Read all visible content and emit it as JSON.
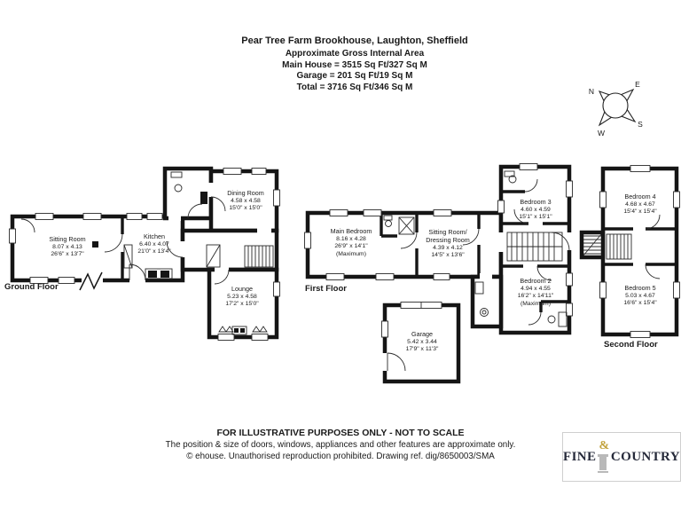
{
  "header": {
    "title": "Pear Tree Farm Brookhouse, Laughton, Sheffield",
    "subtitle": "Approximate Gross Internal Area",
    "line1": "Main House = 3515 Sq Ft/327 Sq M",
    "line2": "Garage = 201 Sq Ft/19 Sq M",
    "line3": "Total = 3716 Sq Ft/346 Sq M"
  },
  "compass": {
    "north": "N",
    "east": "E",
    "south": "S",
    "west": "W"
  },
  "floors": {
    "ground": {
      "label": "Ground Floor",
      "rooms": {
        "sitting_room": {
          "name": "Sitting Room",
          "metric": "8.07 x 4.13",
          "imperial": "26'6\" x 13'7\""
        },
        "kitchen": {
          "name": "Kitchen",
          "metric": "6.40 x 4.07",
          "imperial": "21'0\" x 13'4\""
        },
        "dining_room": {
          "name": "Dining Room",
          "metric": "4.58 x 4.58",
          "imperial": "15'0\" x 15'0\""
        },
        "lounge": {
          "name": "Lounge",
          "metric": "5.23 x 4.58",
          "imperial": "17'2\" x 15'0\""
        }
      }
    },
    "first": {
      "label": "First Floor",
      "rooms": {
        "main_bedroom": {
          "name": "Main Bedroom",
          "metric": "8.16 x 4.28",
          "imperial": "26'9\" x 14'1\"",
          "note": "(Maximum)"
        },
        "sitting_dressing": {
          "name": "Sitting Room/",
          "name2": "Dressing Room",
          "metric": "4.39 x 4.12",
          "imperial": "14'5\" x 13'6\""
        },
        "bedroom_3": {
          "name": "Bedroom 3",
          "metric": "4.60 x 4.59",
          "imperial": "15'1\" x 15'1\""
        },
        "bedroom_2": {
          "name": "Bedroom 2",
          "metric": "4.94 x 4.55",
          "imperial": "16'2\" x 14'11\"",
          "note": "(Maximum)"
        }
      }
    },
    "second": {
      "label": "Second Floor",
      "rooms": {
        "bedroom_4": {
          "name": "Bedroom 4",
          "metric": "4.68 x 4.67",
          "imperial": "15'4\" x 15'4\""
        },
        "bedroom_5": {
          "name": "Bedroom 5",
          "metric": "5.03 x 4.67",
          "imperial": "16'6\" x 15'4\""
        }
      }
    },
    "garage": {
      "rooms": {
        "garage": {
          "name": "Garage",
          "metric": "5.42 x 3.44",
          "imperial": "17'9\" x 11'3\""
        }
      }
    }
  },
  "footer": {
    "line1": "FOR ILLUSTRATIVE PURPOSES ONLY - NOT TO SCALE",
    "line2": "The position & size of doors, windows, appliances and other features are approximate only.",
    "line3": "© ehouse. Unauthorised reproduction prohibited. Drawing ref. dig/8650003/SMA"
  },
  "logo": {
    "fine": "FINE",
    "amp": "&",
    "country": "COUNTRY"
  },
  "colors": {
    "wall": "#151515",
    "text": "#1a1a1a",
    "logo_text": "#262a3a",
    "logo_gold": "#c2a23c",
    "logo_column": "#b9b9b9"
  }
}
